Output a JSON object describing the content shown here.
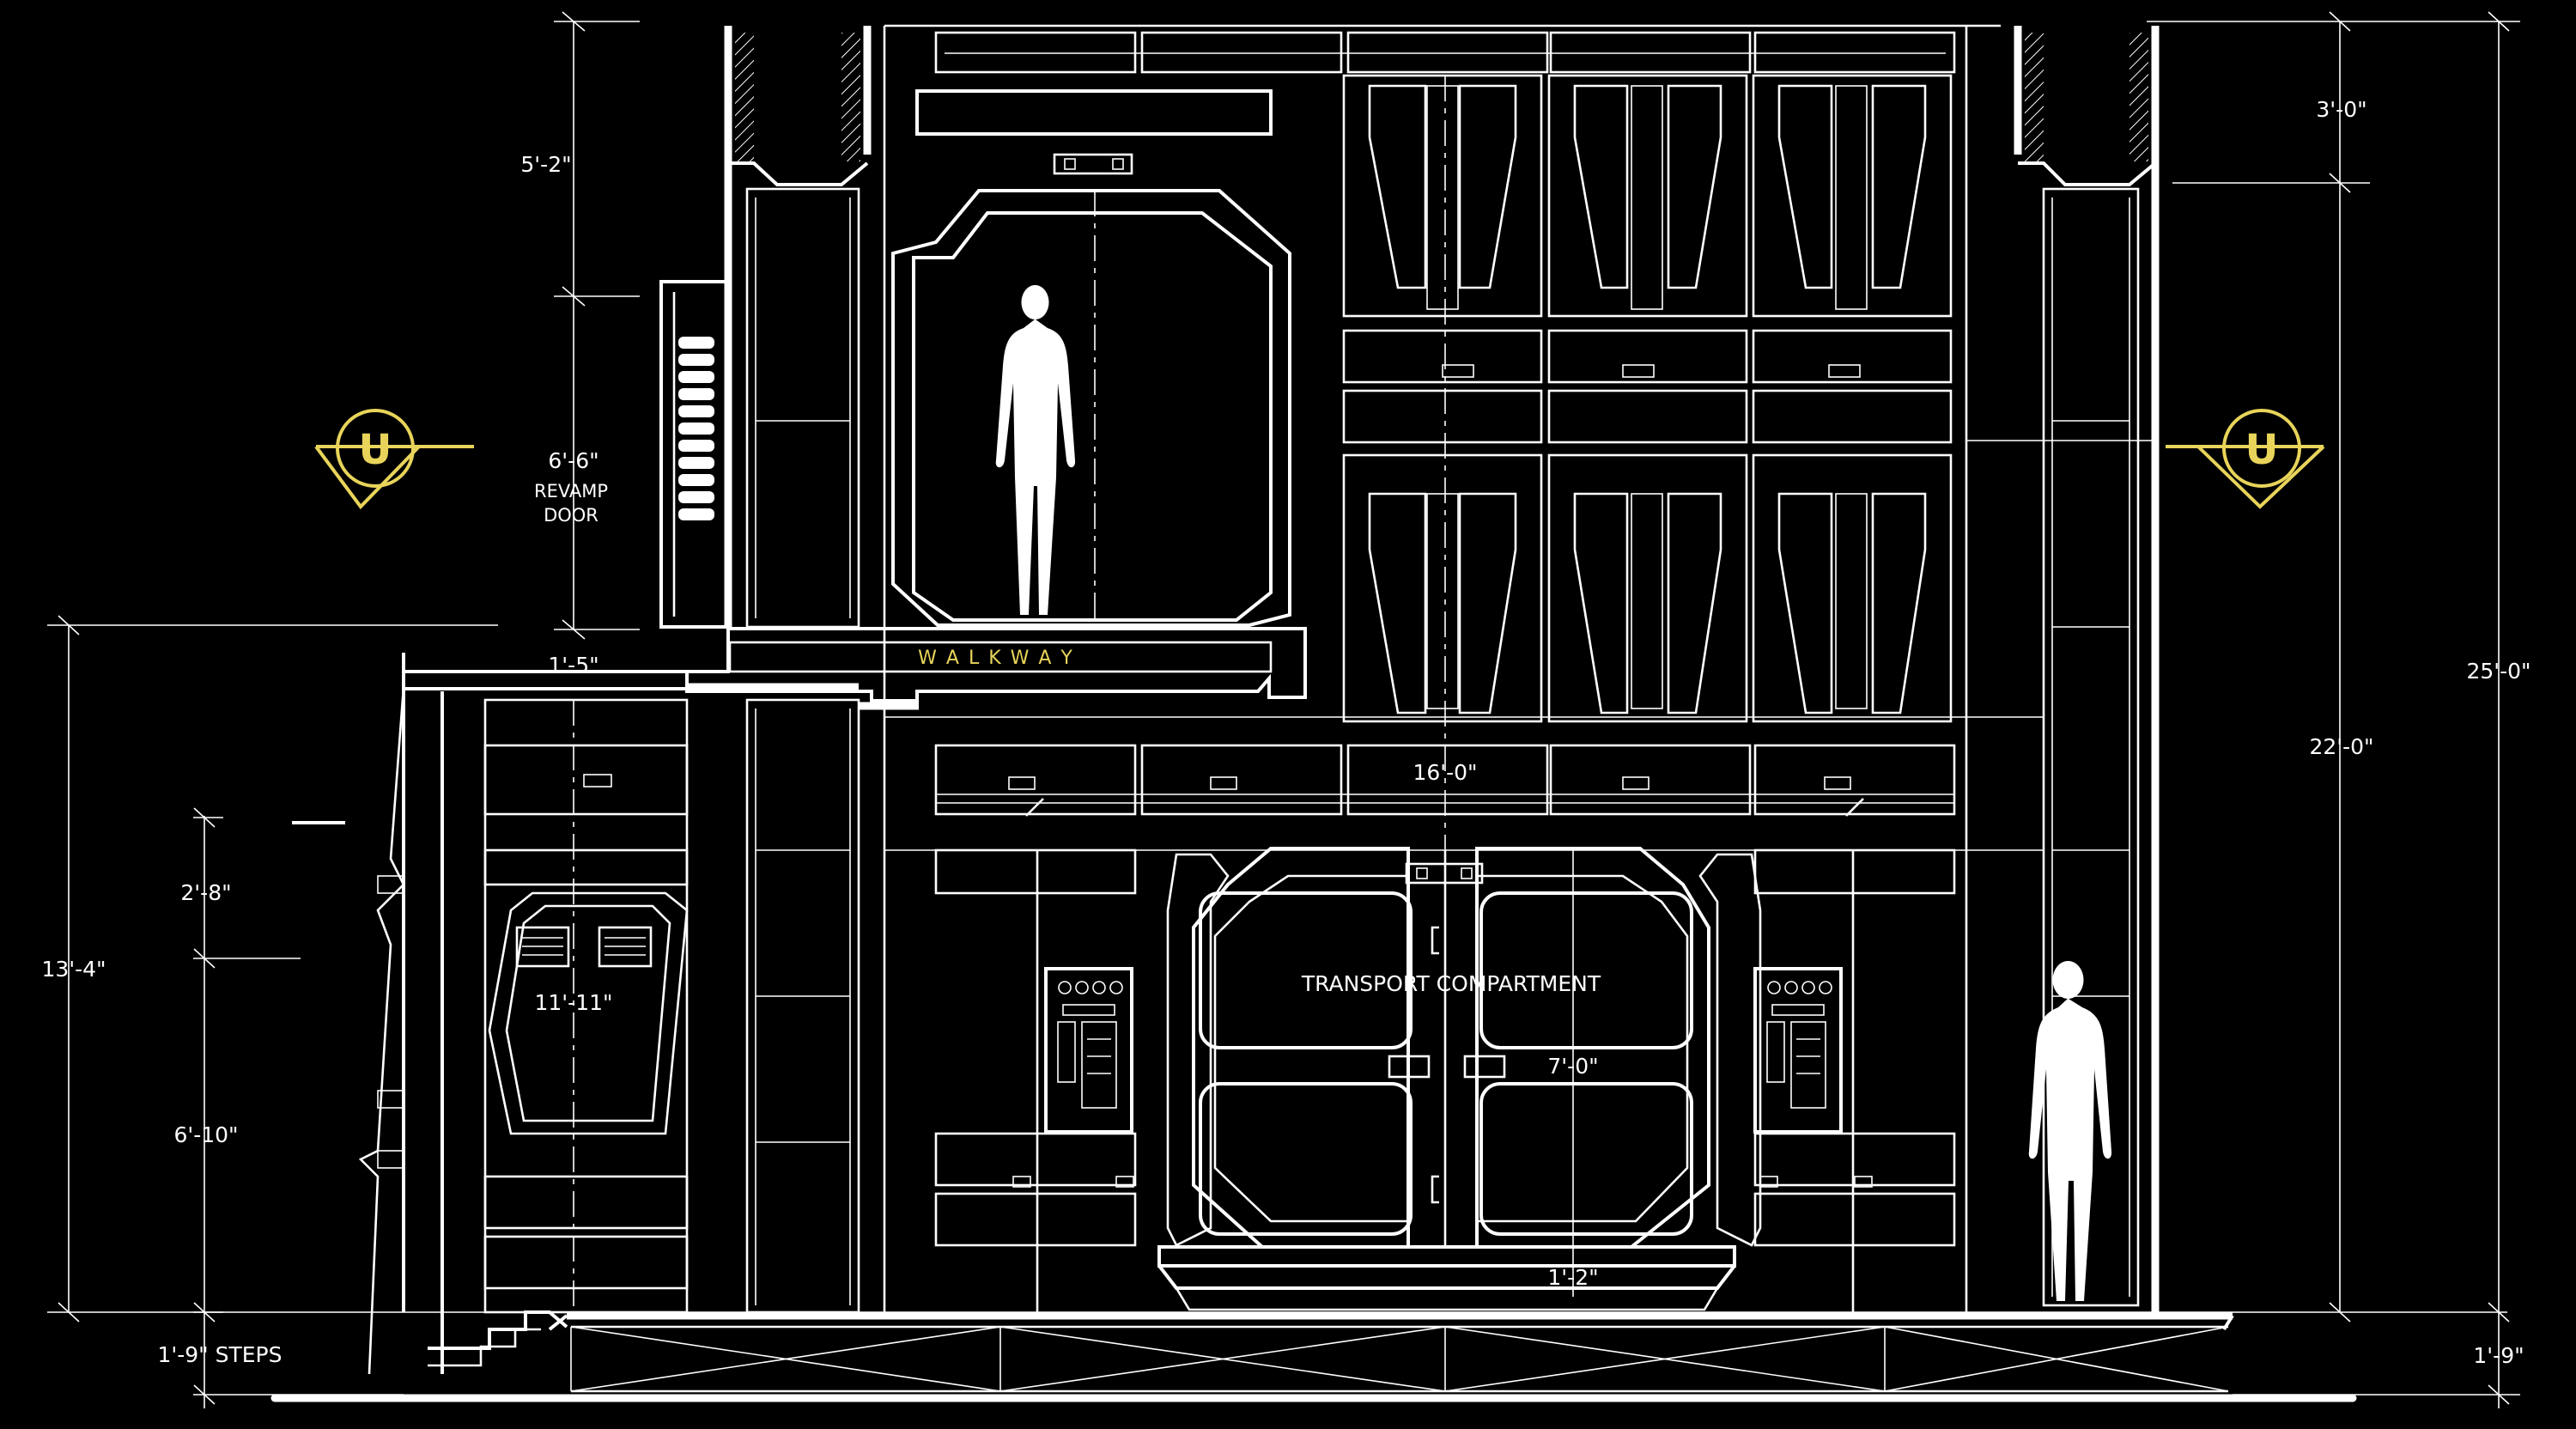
{
  "colors": {
    "background": "#000000",
    "line": "#ffffff",
    "accent": "#e8d45a"
  },
  "markers": {
    "left": "U",
    "right": "U"
  },
  "labels": {
    "walkway": "W A L K W A Y",
    "transport": "TRANSPORT COMPARTMENT",
    "revamp_1": "REVAMP",
    "revamp_2": "DOOR"
  },
  "dimensions": {
    "d_5_2": "5'-2\"",
    "d_6_6": "6'-6\"",
    "d_1_5": "1'-5\"",
    "d_2_8": "2'-8\"",
    "d_13_4": "13'-4\"",
    "d_11_11": "11'-11\"",
    "d_6_10": "6'-10\"",
    "d_1_9_steps": "1'-9\" STEPS",
    "d_16_0": "16'-0\"",
    "d_7_0": "7'-0\"",
    "d_1_2": "1'-2\"",
    "d_3_0": "3'-0\"",
    "d_25_0": "25'-0\"",
    "d_22_0": "22'-0\"",
    "d_1_9": "1'-9\""
  }
}
